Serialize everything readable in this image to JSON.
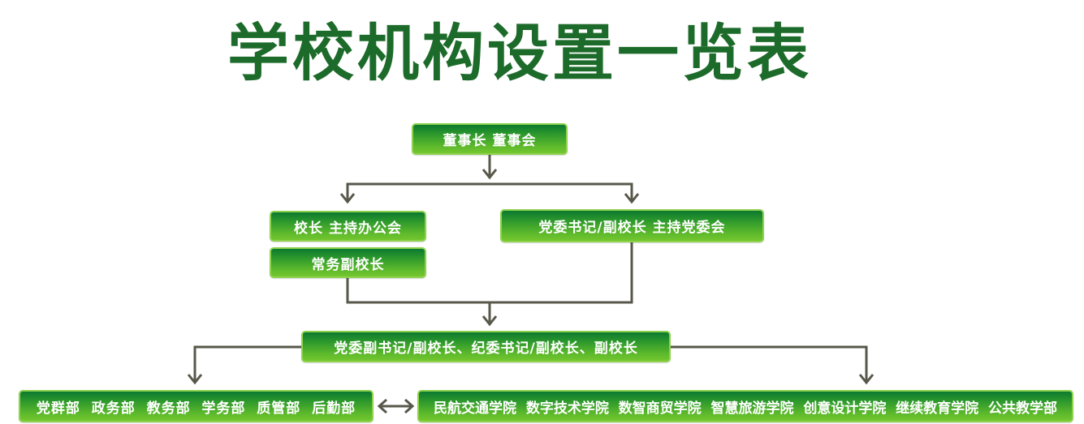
{
  "title": "学校机构设置一览表",
  "nodes": {
    "board": "董事长 董事会",
    "principal": "校长 主持办公会",
    "executive_vice_principal": "常务副校长",
    "party_secretary": "党委书记/副校长 主持党委会",
    "deputies": "党委副书记/副校长、纪委书记/副校长、副校长",
    "departments": "党群部  政务部  教务部  学务部  质管部  后勤部",
    "colleges": "民航交通学院  数字技术学院  数智商贸学院  智慧旅游学院  创意设计学院  继续教育学院  公共教学部"
  },
  "colors": {
    "title": "#1d6b2a",
    "box_dark": "#0c7a30",
    "box_light": "#74c62e",
    "connector": "#57574a"
  }
}
